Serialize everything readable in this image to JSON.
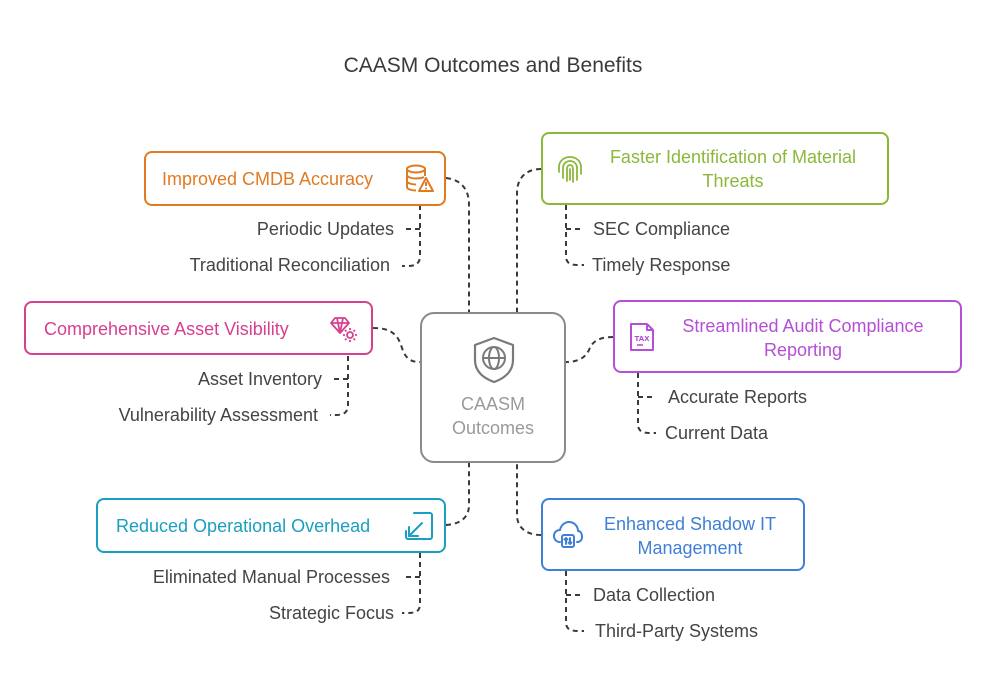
{
  "title": "CAASM Outcomes and Benefits",
  "center": {
    "label_line1": "CAASM",
    "label_line2": "Outcomes",
    "icon": "shield-globe-icon"
  },
  "branches": [
    {
      "id": "cmdb",
      "label": "Improved CMDB Accuracy",
      "color": "#e07b23",
      "icon": "database-warning-icon",
      "items": [
        "Periodic Updates",
        "Traditional Reconciliation"
      ]
    },
    {
      "id": "visibility",
      "label": "Comprehensive Asset Visibility",
      "color": "#d6408f",
      "icon": "gems-gear-icon",
      "items": [
        "Asset Inventory",
        "Vulnerability Assessment"
      ]
    },
    {
      "id": "overhead",
      "label": "Reduced Operational Overhead",
      "color": "#1a9fc0",
      "icon": "shrink-arrow-icon",
      "items": [
        "Eliminated Manual Processes",
        "Strategic Focus"
      ]
    },
    {
      "id": "threats",
      "label_line1": "Faster Identification of Material",
      "label_line2": "Threats",
      "color": "#8cb83a",
      "icon": "fingerprint-icon",
      "items": [
        "SEC Compliance",
        "Timely Response"
      ]
    },
    {
      "id": "audit",
      "label_line1": "Streamlined Audit Compliance",
      "label_line2": "Reporting",
      "color": "#b44fd6",
      "icon": "tax-document-icon",
      "items": [
        "Accurate Reports",
        "Current Data"
      ]
    },
    {
      "id": "shadow",
      "label_line1": "Enhanced Shadow IT",
      "label_line2": "Management",
      "color": "#3f7fd6",
      "icon": "cloud-transfer-icon",
      "items": [
        "Data Collection",
        "Third-Party Systems"
      ]
    }
  ]
}
